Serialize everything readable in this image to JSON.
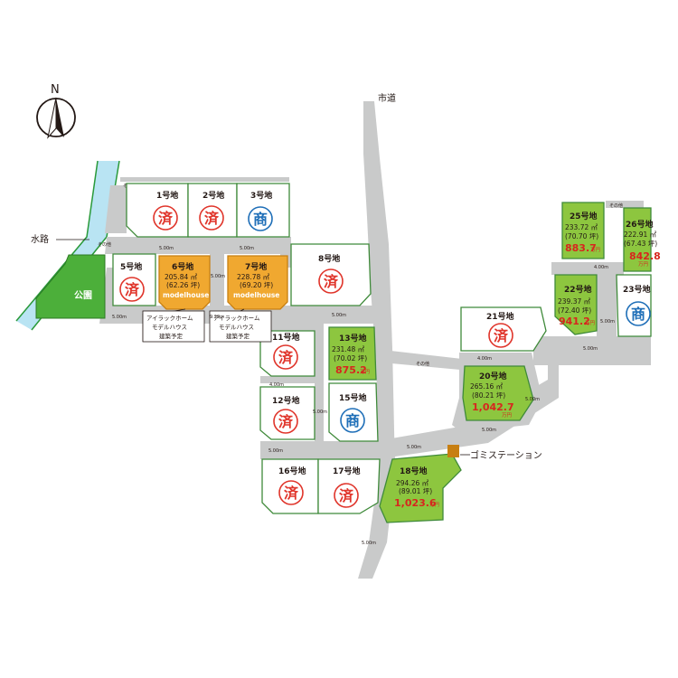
{
  "compass": {
    "north_label": "N"
  },
  "labels": {
    "city_road": "市道",
    "waterway": "水路",
    "park": "公園",
    "garbage_station": "ゴミステーション",
    "other": "その他"
  },
  "stamps": {
    "sold": "済",
    "business": "商"
  },
  "lots": {
    "l1": {
      "name": "1号地"
    },
    "l2": {
      "name": "2号地"
    },
    "l3": {
      "name": "3号地"
    },
    "l5": {
      "name": "5号地"
    },
    "l6": {
      "name": "6号地",
      "area_m2": "205.84 ㎡",
      "area_tsubo": "(62.26 坪)",
      "tag": "modelhouse"
    },
    "l7": {
      "name": "7号地",
      "area_m2": "228.78 ㎡",
      "area_tsubo": "(69.20 坪)",
      "tag": "modelhouse"
    },
    "l8": {
      "name": "8号地"
    },
    "l11": {
      "name": "11号地"
    },
    "l12": {
      "name": "12号地"
    },
    "l13": {
      "name": "13号地",
      "area_m2": "231.48 ㎡",
      "area_tsubo": "(70.02 坪)",
      "price": "875.2",
      "unit": "万円"
    },
    "l15": {
      "name": "15号地"
    },
    "l16": {
      "name": "16号地"
    },
    "l17": {
      "name": "17号地"
    },
    "l18": {
      "name": "18号地",
      "area_m2": "294.26 ㎡",
      "area_tsubo": "(89.01 坪)",
      "price": "1,023.6",
      "unit": "万円"
    },
    "l20": {
      "name": "20号地",
      "area_m2": "265.16 ㎡",
      "area_tsubo": "(80.21 坪)",
      "price": "1,042.7",
      "unit": "万円"
    },
    "l21": {
      "name": "21号地"
    },
    "l22": {
      "name": "22号地",
      "area_m2": "239.37 ㎡",
      "area_tsubo": "(72.40 坪)",
      "price": "941.2",
      "unit": "万円"
    },
    "l23": {
      "name": "23号地"
    },
    "l25": {
      "name": "25号地",
      "area_m2": "233.72 ㎡",
      "area_tsubo": "(70.70 坪)",
      "price": "883.7",
      "unit": "万円"
    },
    "l26": {
      "name": "26号地",
      "area_m2": "222.91 ㎡",
      "area_tsubo": "(67.43 坪)",
      "price": "842.8",
      "unit": "万円"
    }
  },
  "notes": {
    "note6": {
      "line1": "アイラックホーム",
      "line2": "モデルハウス",
      "line3": "建築予定"
    },
    "note7": {
      "line1": "アイラックホーム",
      "line2": "モデルハウス",
      "line3": "建築予定"
    }
  },
  "road_widths": {
    "w500": "5.00m",
    "w400": "4.00m",
    "w929": "9.29m"
  },
  "colors": {
    "road": "#c9caca",
    "lot_border": "#3f8a3a",
    "available_lot": "#8dc63f",
    "model_lot": "#f0a830",
    "park": "#4caf3a",
    "sold_stamp": "#e0352b",
    "business_stamp": "#1f6fb8",
    "price": "#d7261e"
  }
}
